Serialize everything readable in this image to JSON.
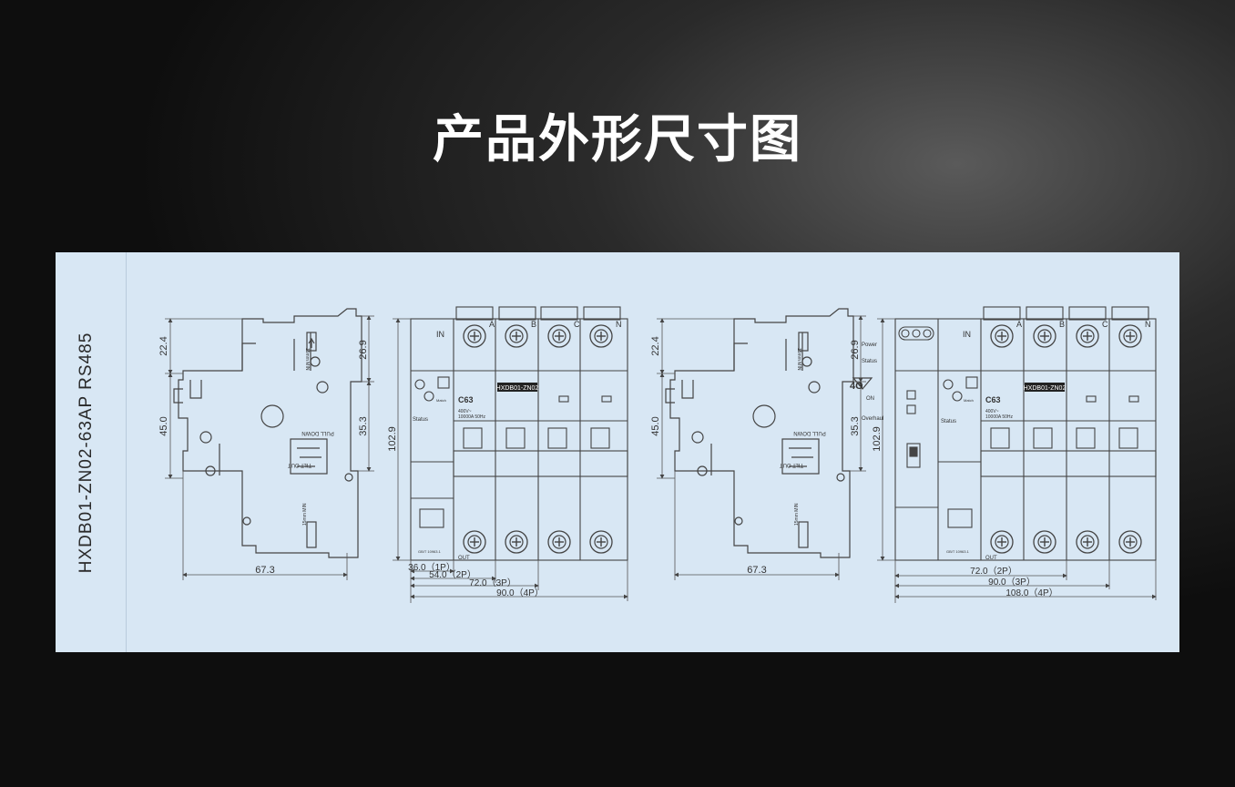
{
  "title": "产品外形尺寸图",
  "model": "HXDB01-ZN02-63AP RS485",
  "left_side_view": {
    "dims": {
      "top": "22.4",
      "middle": "45.0",
      "right_top": "26.9",
      "right_mid": "35.3",
      "width": "67.3"
    },
    "labels": {
      "pull_down": "PULL DOWN",
      "tilt_out": "TILT OUT",
      "min_top": "15mm MIN",
      "min_bottom": "15mm MIN"
    }
  },
  "left_front_view": {
    "poles": [
      "A",
      "B",
      "C",
      "N"
    ],
    "height": "102.9",
    "in_label": "IN",
    "out_label": "OUT",
    "device_label": "HXDB01-ZN02",
    "rating": "C63",
    "spec": "400V~",
    "spec2": "10000A  50Hz",
    "status_label": "Status",
    "match_label": "Match",
    "cert": "GB/T 10963.1",
    "widths": [
      "36.0（1P）",
      "54.0（2P）",
      "72.0（3P）",
      "90.0（4P）"
    ]
  },
  "right_side_view": {
    "dims": {
      "top": "22.4",
      "middle": "45.0",
      "right_top": "26.9",
      "right_mid": "35.3",
      "width": "67.3"
    },
    "labels": {
      "pull_down": "PULL DOWN",
      "tilt_out": "TILT OUT",
      "min_top": "15mm MIN",
      "min_bottom": "15mm MIN",
      "power": "Power",
      "status": "Status",
      "on": "ON",
      "overhaul": "Overhaul",
      "net": "4G"
    }
  },
  "right_front_view": {
    "poles": [
      "A",
      "B",
      "C",
      "N"
    ],
    "height": "102.9",
    "in_label": "IN",
    "out_label": "OUT",
    "device_label": "HXDB01-ZN02",
    "rating": "C63",
    "spec": "400V~",
    "spec2": "10000A  50Hz",
    "status_label": "Status",
    "match_label": "Match",
    "cert": "GB/T 10963.1",
    "widths": [
      "72.0（2P）",
      "90.0（3P）",
      "108.0（4P）"
    ]
  }
}
